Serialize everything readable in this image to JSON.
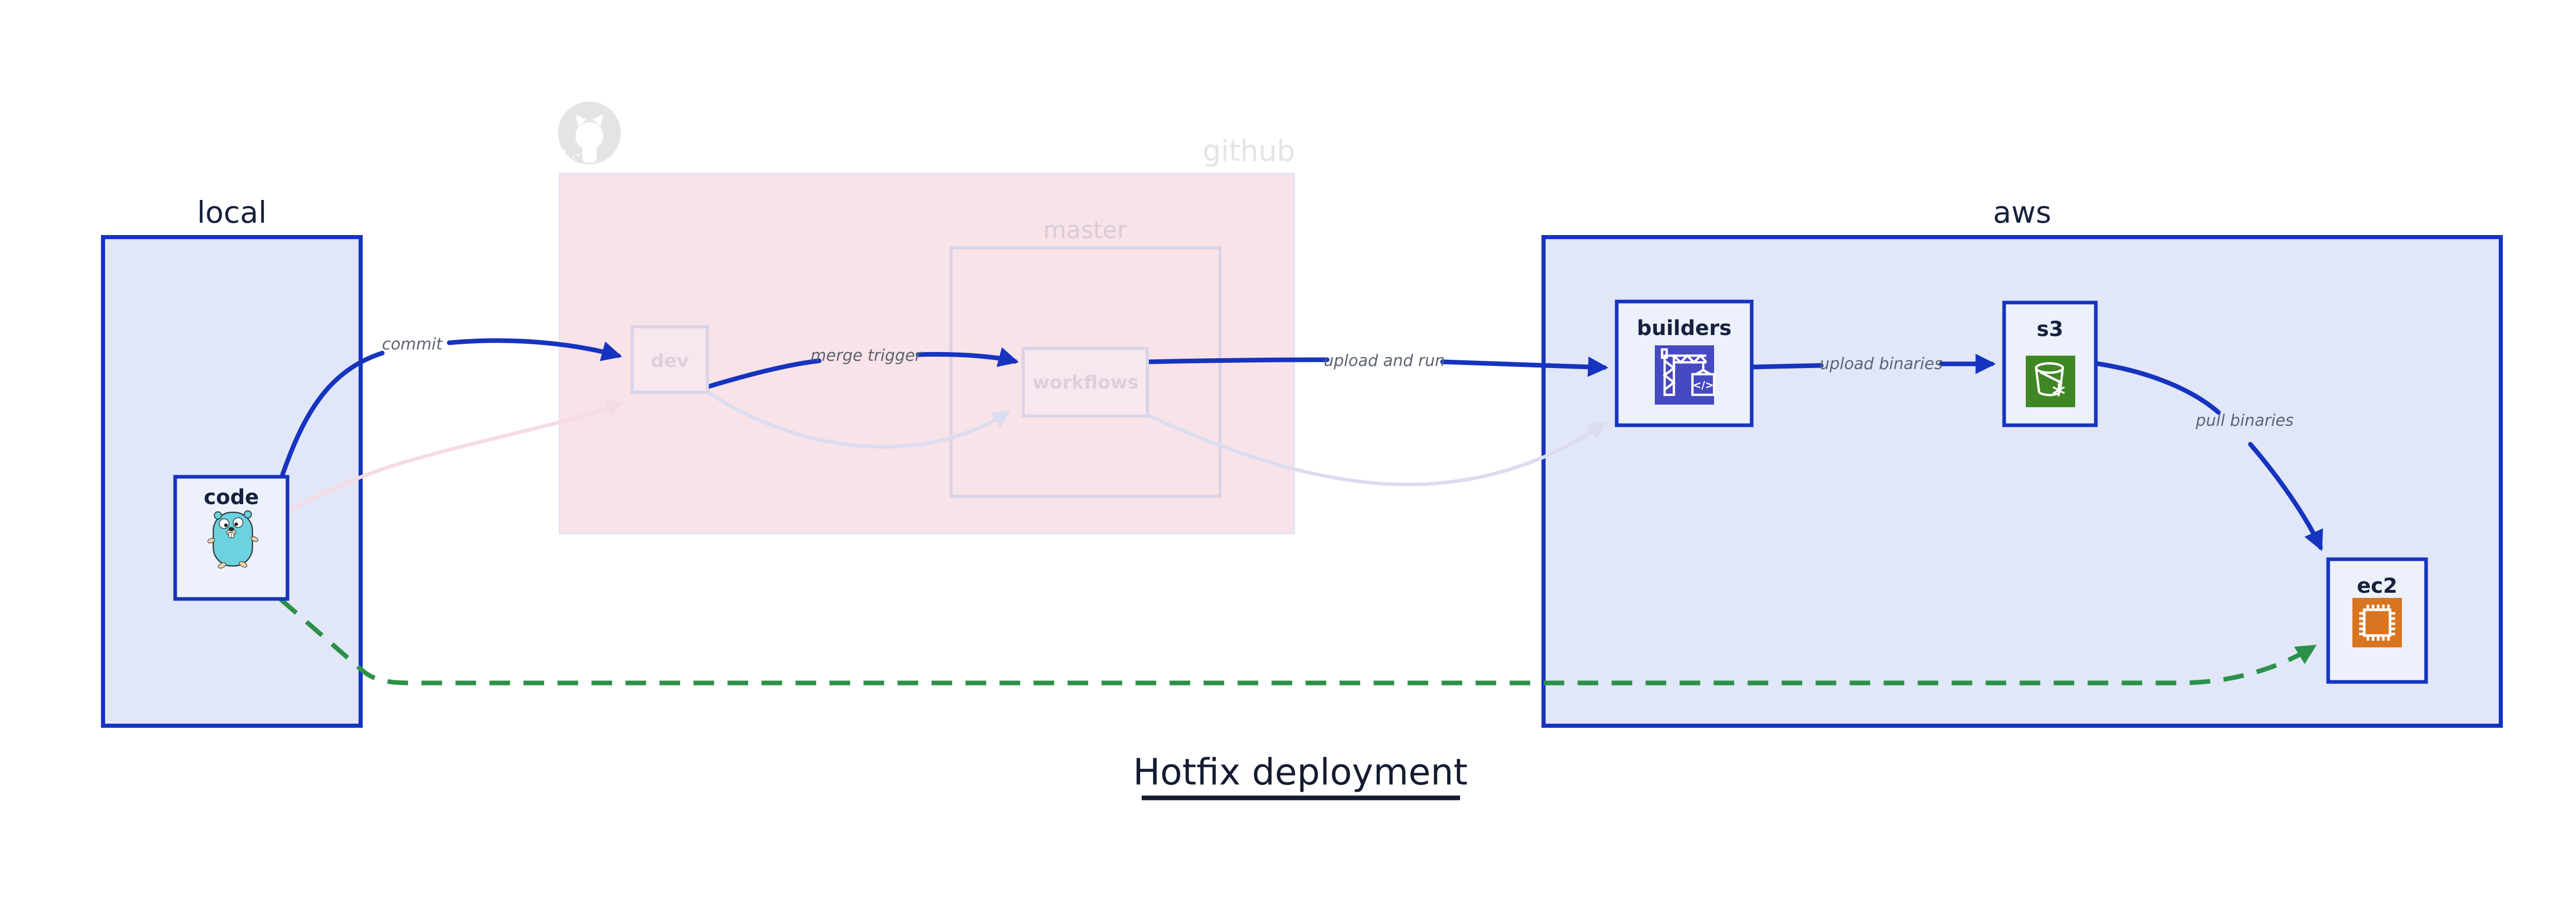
{
  "diagram": {
    "title": "Hotfix deployment",
    "containers": {
      "local": {
        "label": "local"
      },
      "github": {
        "label": "github",
        "icon": "github-octocat-icon"
      },
      "master": {
        "label": "master"
      },
      "aws": {
        "label": "aws"
      }
    },
    "nodes": {
      "code": {
        "label": "code",
        "icon": "go-gopher-icon"
      },
      "dev": {
        "label": "dev",
        "state": "faded"
      },
      "workflows": {
        "label": "workflows",
        "state": "faded"
      },
      "builders": {
        "label": "builders",
        "icon": "aws-codebuild-icon"
      },
      "s3": {
        "label": "s3",
        "icon": "aws-s3-glacier-icon"
      },
      "ec2": {
        "label": "ec2",
        "icon": "aws-ec2-icon"
      }
    },
    "edges": {
      "commit": {
        "label": "commit",
        "from": "code",
        "to": "dev",
        "style": "solid-blue"
      },
      "merge_trigger": {
        "label": "merge trigger",
        "from": "dev",
        "to": "workflows",
        "style": "solid-blue"
      },
      "upload_and_run": {
        "label": "upload and run",
        "from": "workflows",
        "to": "builders",
        "style": "solid-blue"
      },
      "upload_binaries": {
        "label": "upload binaries",
        "from": "builders",
        "to": "s3",
        "style": "solid-blue"
      },
      "pull_binaries": {
        "label": "pull binaries",
        "from": "s3",
        "to": "ec2",
        "style": "solid-blue"
      },
      "code_dev_faded": {
        "label": "",
        "from": "code",
        "to": "dev",
        "style": "faded-pink"
      },
      "dev_workflows_faded": {
        "label": "",
        "from": "dev",
        "to": "workflows",
        "style": "faded-lavender"
      },
      "workflows_builders_faded": {
        "label": "",
        "from": "workflows",
        "to": "builders",
        "style": "faded-lavender"
      },
      "hotfix": {
        "label": "",
        "from": "code",
        "to": "ec2",
        "style": "dashed-green"
      }
    },
    "colors": {
      "edge_blue": "#1634c0",
      "container_fill": "#e1e7f8",
      "node_fill": "#edf1fb",
      "github_fill": "#f8e3e9",
      "faded_pink_edge": "#f6dbe2",
      "faded_lavender_edge": "#dbdcef",
      "hotfix_green": "#2c9148",
      "navy_text": "#16213e",
      "edge_label_gray": "#5d6370",
      "faded_gray": "#e4e4e4",
      "codebuild_purple": "#4549c2",
      "s3_green": "#3f8624",
      "ec2_orange": "#d9741f",
      "gopher_teal": "#6bd2de"
    }
  }
}
